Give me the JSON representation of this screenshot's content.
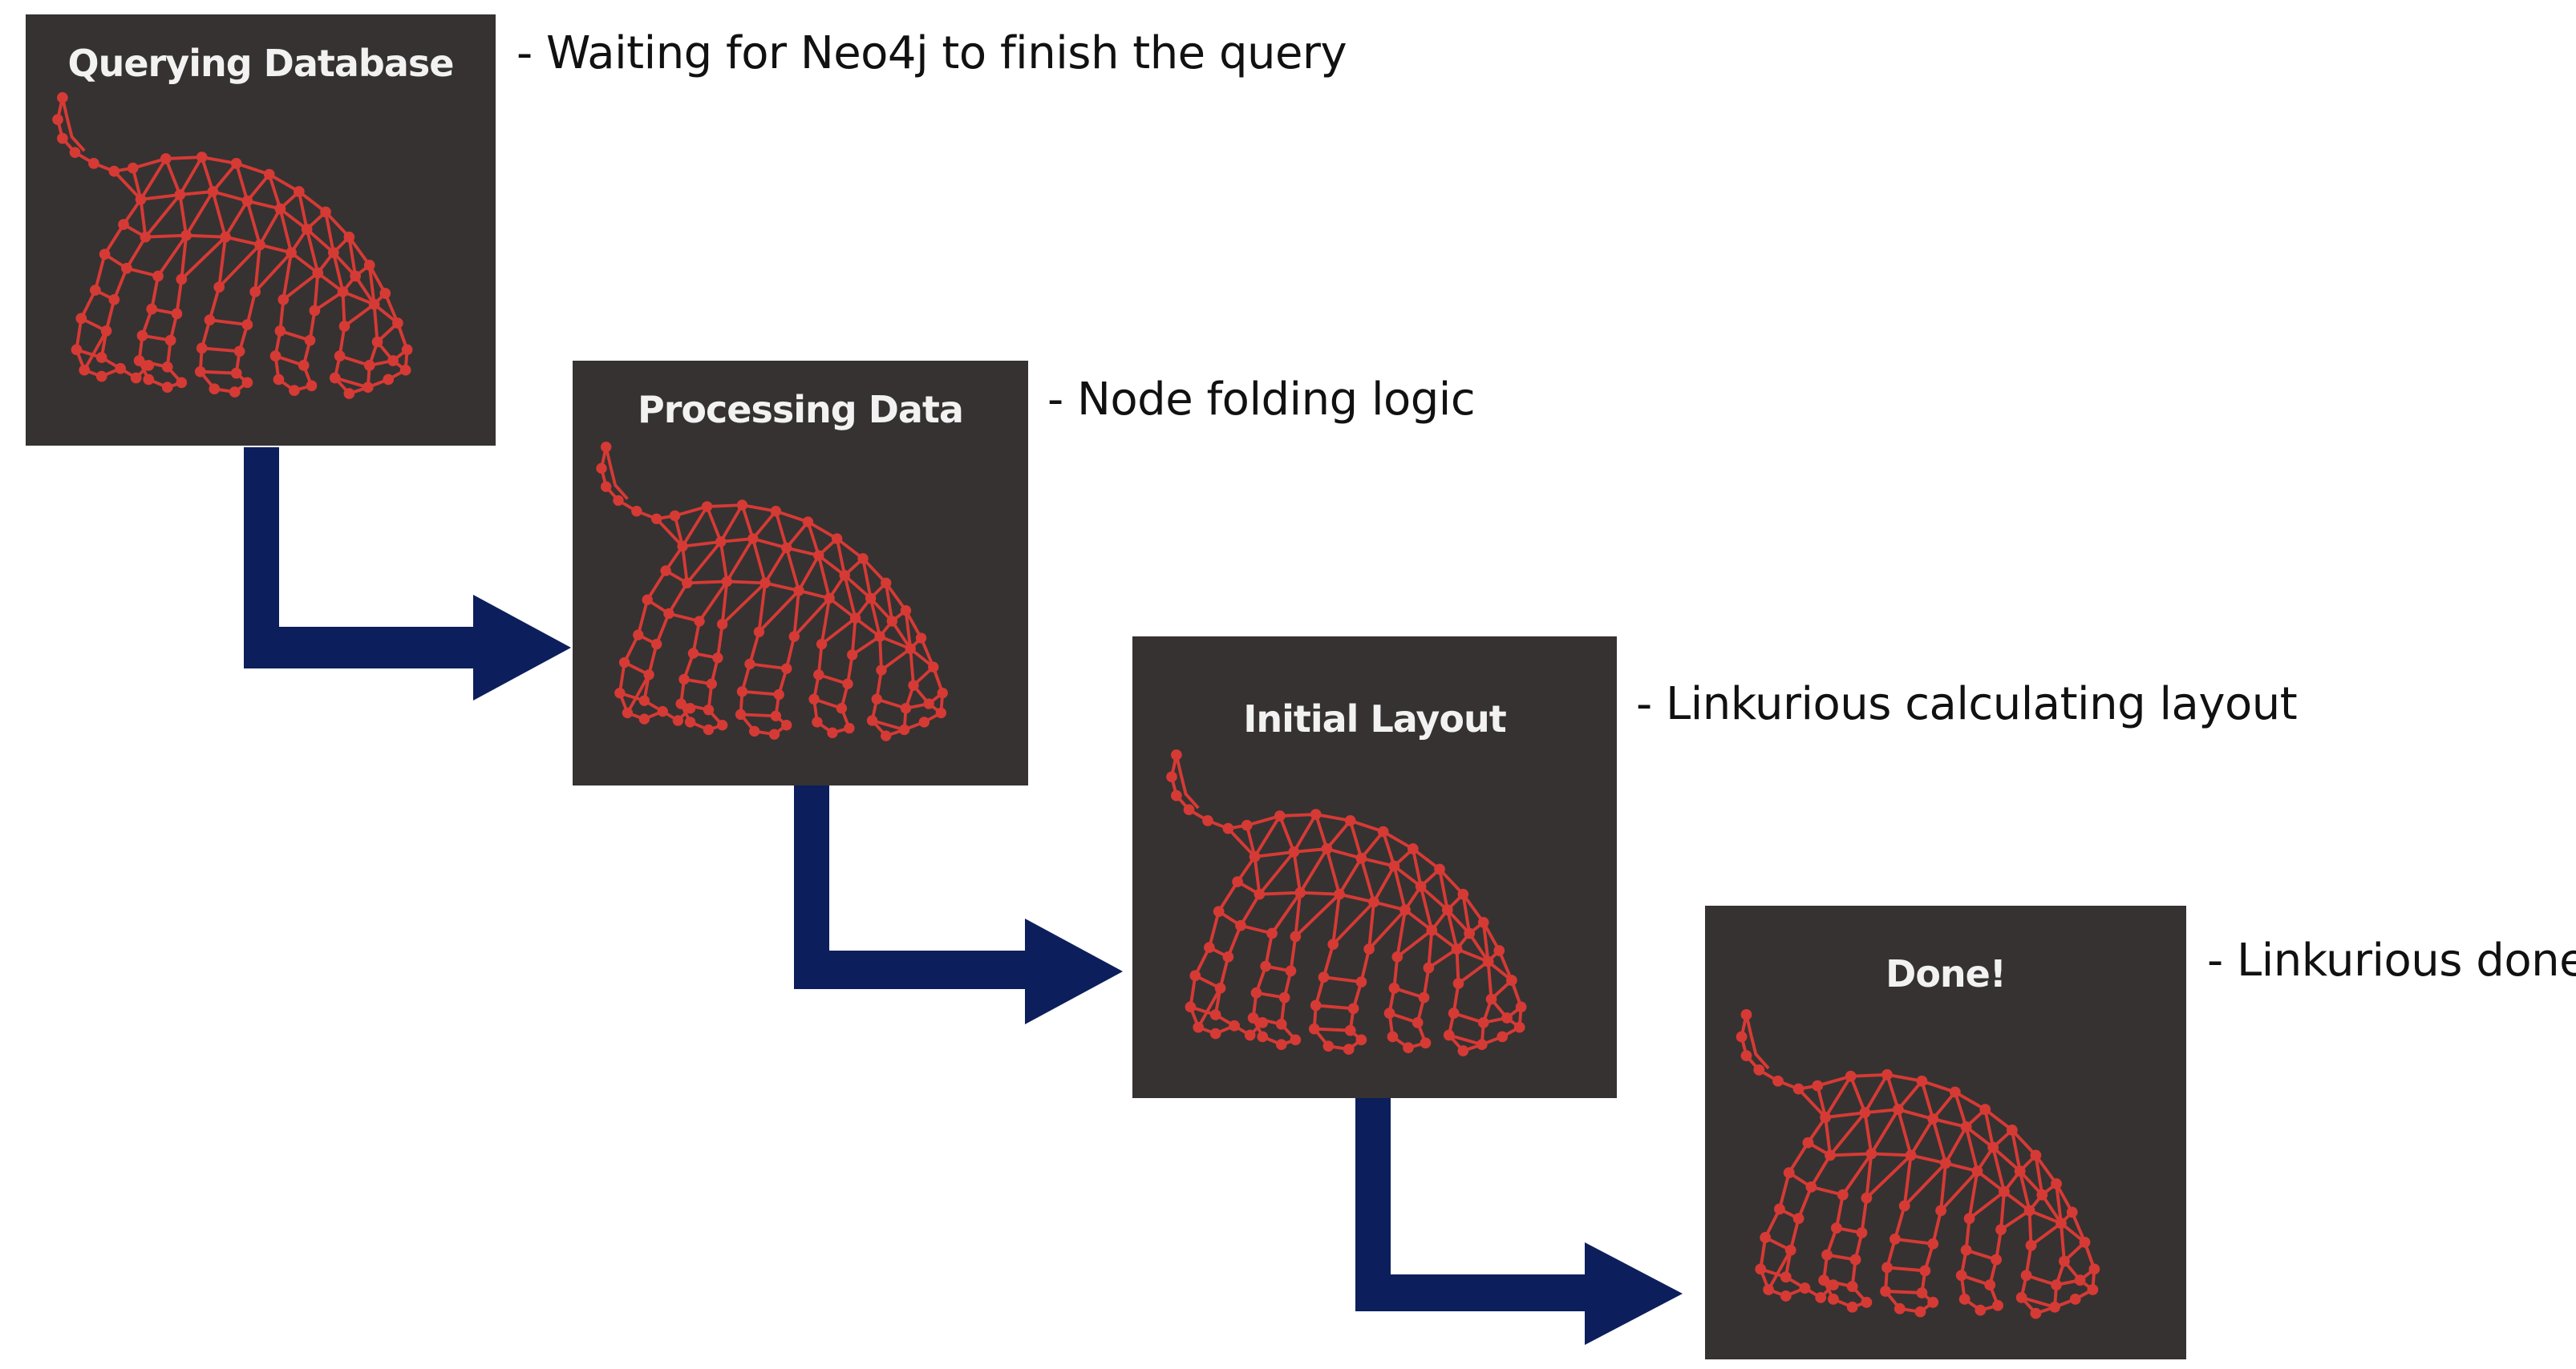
{
  "stages": [
    {
      "title": "Querying Database",
      "note": "- Waiting for Neo4j to finish the query"
    },
    {
      "title": "Processing Data",
      "note": "- Node folding logic"
    },
    {
      "title": "Initial Layout",
      "note": "- Linkurious calculating layout"
    },
    {
      "title": "Done!",
      "note": "- Linkurious done"
    }
  ],
  "colors": {
    "panel": "#363231",
    "graph": "#d63a35",
    "arrow": "#0c1f5c"
  },
  "icons": {
    "stage_graphic": "network-animal-icon"
  }
}
